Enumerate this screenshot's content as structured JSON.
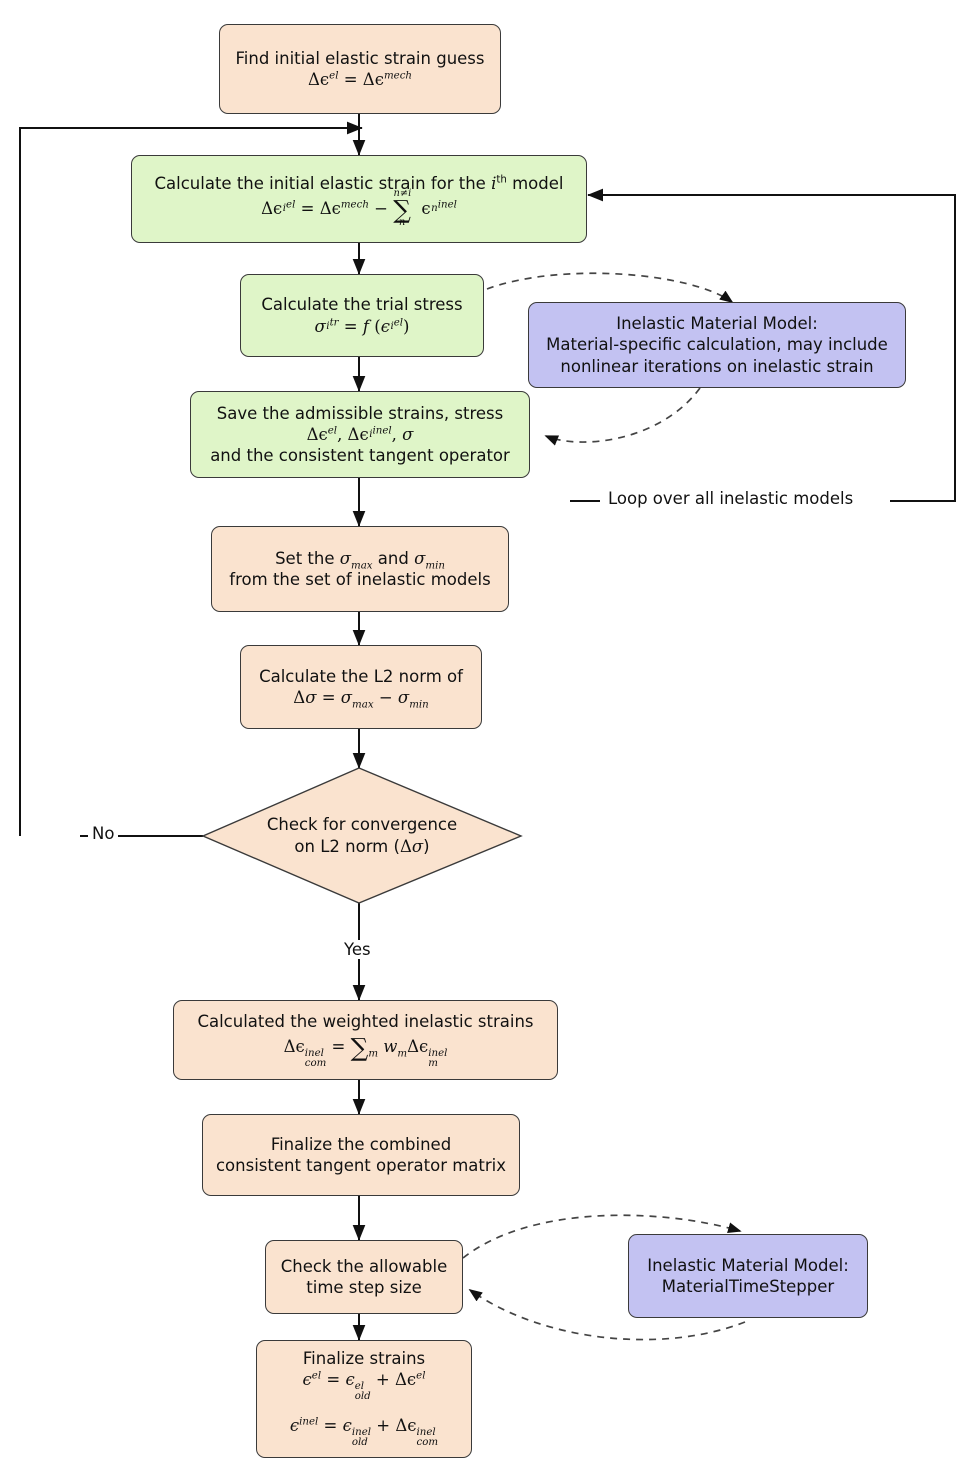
{
  "diagram": {
    "title": "Combined inelastic material model stress update algorithm flowchart",
    "colors": {
      "peach": "#fae3cf",
      "green": "#dff5c8",
      "purple": "#c3c2f2",
      "stroke": "#3a3a3a",
      "dashed": "#555555",
      "background": "#ffffff"
    },
    "nodes": {
      "initial_guess": {
        "line1": "Find initial elastic strain guess",
        "line2_plain": "Δϵ^el = Δϵ^mech"
      },
      "initial_elastic_strain": {
        "line1_a": "Calculate the initial elastic strain for the ",
        "line1_sup": "th",
        "line1_i": "i",
        "line1_b": " model",
        "line2_plain": "Δϵ_i^el = Δϵ^mech − ∑_n^{n≠i} ϵ_n^inel"
      },
      "trial_stress": {
        "line1": "Calculate the trial stress",
        "line2_plain": "σ_i^tr = f (ϵ_i^el)"
      },
      "inelastic_model_main": {
        "line1": "Inelastic Material Model:",
        "line2": "Material-specific calculation, may include",
        "line3": "nonlinear iterations on inelastic strain"
      },
      "save_admissible": {
        "line1": "Save the admissible strains, stress",
        "line2_plain": "Δϵ^el, Δϵ_i^inel, σ",
        "line3": "and the consistent tangent operator"
      },
      "set_sigma": {
        "line1_a": "Set the ",
        "line1_b": " and ",
        "line2": "from the set of inelastic models"
      },
      "l2_norm": {
        "line1": "Calculate the L2 norm of",
        "line2_plain": "Δσ = σ_max − σ_min"
      },
      "convergence_check": {
        "line1": "Check for convergence",
        "line2_a": "on L2 norm (",
        "line2_b": ")"
      },
      "weighted_inelastic": {
        "line1": "Calculated the weighted inelastic strains",
        "line2_plain": "Δϵ_com^inel = ∑_m w_m Δϵ_m^inel"
      },
      "finalize_tangent": {
        "line1": "Finalize the combined",
        "line2": "consistent tangent operator matrix"
      },
      "time_step_check": {
        "line1": "Check the allowable",
        "line2": "time step size"
      },
      "inelastic_model_stepper": {
        "line1": "Inelastic Material Model:",
        "line2": "MaterialTimeStepper"
      },
      "finalize_strains": {
        "line1": "Finalize strains",
        "line2_plain": "ϵ^el = ϵ_old^el + Δϵ^el",
        "line3_plain": "ϵ^inel = ϵ_old^inel + Δϵ_com^inel"
      }
    },
    "edge_labels": {
      "loop_models": "Loop over all inelastic models",
      "no": "No",
      "yes": "Yes"
    },
    "symbols": {
      "delta": "Δ",
      "epsilon": "ϵ",
      "sigma": "σ",
      "sum": "∑",
      "minus": "−",
      "neq": "≠",
      "equals": "=",
      "plus": "+"
    }
  }
}
